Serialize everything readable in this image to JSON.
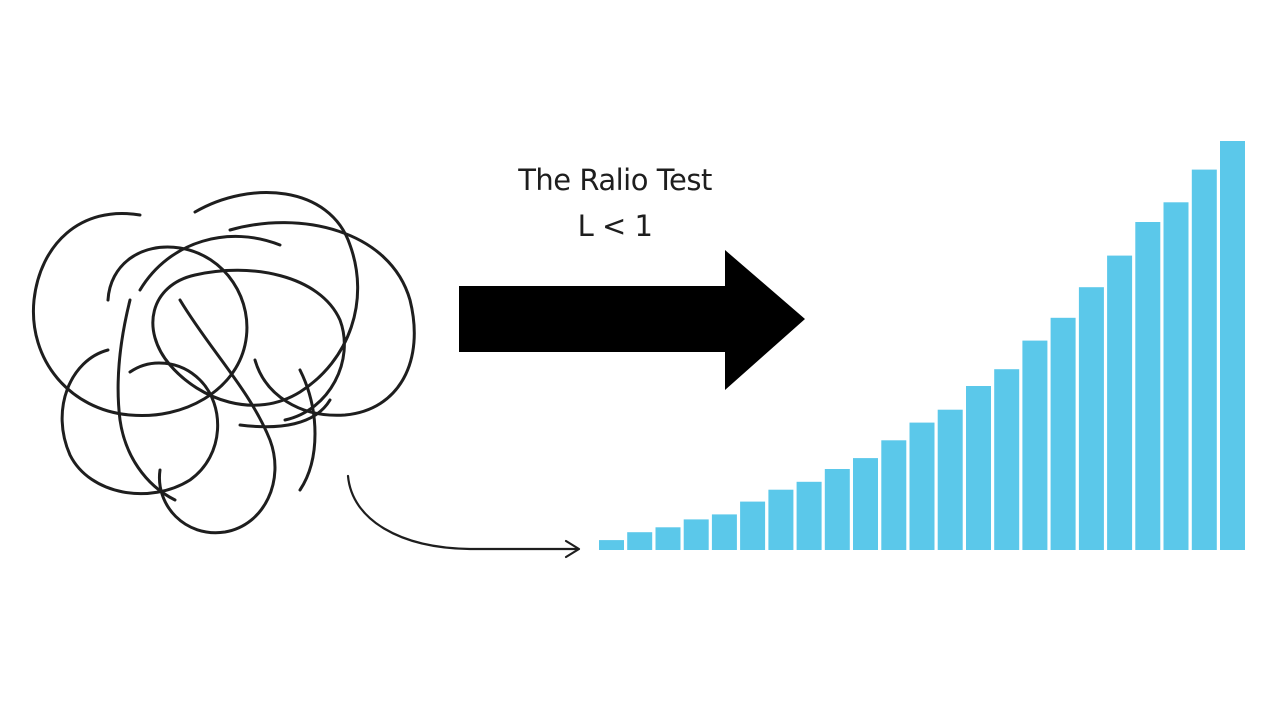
{
  "title": "The Ralio Test",
  "condition": "L < 1",
  "colors": {
    "ink": "#1e1e1e",
    "arrow": "#000000",
    "bar": "#5bc8ea"
  },
  "icons": {
    "tangle": "tangled-scribble-icon",
    "arrow": "right-arrow-icon",
    "curve": "curved-arrow-icon"
  },
  "chart_data": {
    "type": "bar",
    "values": [
      1,
      1.8,
      2.3,
      3.1,
      3.6,
      4.9,
      6.1,
      6.9,
      8.2,
      9.3,
      11.1,
      12.9,
      14.2,
      16.6,
      18.3,
      21.2,
      23.5,
      26.6,
      29.8,
      33.2,
      35.2,
      38.5,
      41.4
    ]
  }
}
